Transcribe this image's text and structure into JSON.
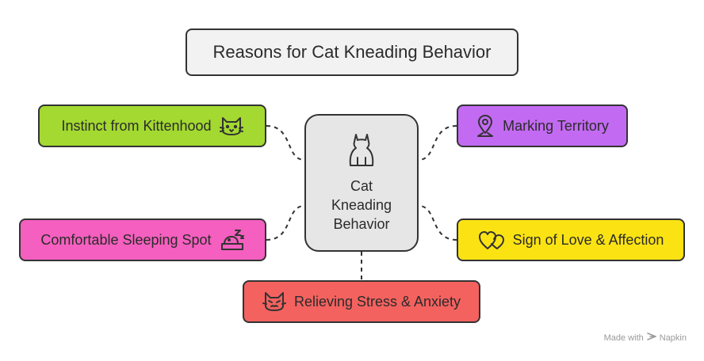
{
  "title": "Reasons for Cat Kneading Behavior",
  "center": {
    "lines": [
      "Cat",
      "Kneading",
      "Behavior"
    ],
    "icon": "cat-icon"
  },
  "nodes": {
    "instinct": {
      "label": "Instinct from Kittenhood",
      "icon": "kitten-face-icon",
      "color": "#a3d930"
    },
    "marking": {
      "label": "Marking Territory",
      "icon": "location-pin-icon",
      "color": "#c36af2"
    },
    "sleeping": {
      "label": "Comfortable Sleeping Spot",
      "icon": "sleeping-bed-icon",
      "color": "#f55fbf"
    },
    "love": {
      "label": "Sign of Love & Affection",
      "icon": "hearts-icon",
      "color": "#fbe313"
    },
    "stress": {
      "label": "Relieving Stress & Anxiety",
      "icon": "angry-cat-icon",
      "color": "#f4625f"
    }
  },
  "watermark": {
    "prefix": "Made with",
    "brand": "Napkin"
  }
}
